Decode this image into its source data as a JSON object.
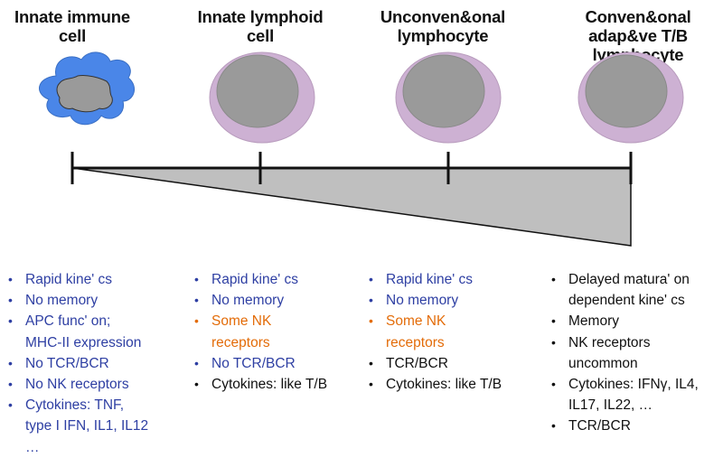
{
  "colors": {
    "blue_text": "#2e3fa3",
    "orange_text": "#e36c09",
    "black_text": "#111111",
    "innate_cell_fill": "#4a86e8",
    "nucleus_fill": "#9a9a9a",
    "lymphocyte_fill": "#cdb1d3",
    "wedge_fill": "#bfbfbf"
  },
  "header": {
    "titles": [
      "Innate immune\ncell",
      "Innate lymphoid\ncell",
      "Unconven&onal\nlymphocyte",
      "Conven&onal\nadap&ve T/B\nlymphocyte"
    ]
  },
  "diagram": {
    "cells": [
      {
        "kind": "innate",
        "icon": "innate-immune-cell-icon"
      },
      {
        "kind": "lymphocyte",
        "icon": "innate-lymphoid-cell-icon"
      },
      {
        "kind": "lymphocyte",
        "icon": "unconventional-lymphocyte-icon"
      },
      {
        "kind": "lymphocyte",
        "icon": "conventional-lymphocyte-icon"
      }
    ]
  },
  "columns": [
    {
      "items": [
        {
          "text": "Rapid kine' cs",
          "color": "blue"
        },
        {
          "text": "No memory",
          "color": "blue"
        },
        {
          "text": "APC func' on;\nMHC-II expression",
          "color": "blue"
        },
        {
          "text": "No TCR/BCR",
          "color": "blue"
        },
        {
          "text": "No NK receptors",
          "color": "blue"
        },
        {
          "text": "Cytokines: TNF,\ntype I IFN, IL1, IL12\n…",
          "color": "blue"
        }
      ]
    },
    {
      "items": [
        {
          "text": "Rapid kine' cs",
          "color": "blue"
        },
        {
          "text": "No memory",
          "color": "blue"
        },
        {
          "text": "Some NK\nreceptors",
          "color": "orange"
        },
        {
          "text": "No TCR/BCR",
          "color": "blue"
        },
        {
          "text": "Cytokines: like T/B",
          "color": "black"
        }
      ]
    },
    {
      "items": [
        {
          "text": "Rapid kine' cs",
          "color": "blue"
        },
        {
          "text": "No memory",
          "color": "blue"
        },
        {
          "text": "Some NK\nreceptors",
          "color": "orange"
        },
        {
          "text": "TCR/BCR",
          "color": "black"
        },
        {
          "text": "Cytokines: like T/B",
          "color": "black"
        }
      ]
    },
    {
      "items": [
        {
          "text": "Delayed matura' on\ndependent kine' cs",
          "color": "black"
        },
        {
          "text": "Memory",
          "color": "black"
        },
        {
          "text": "NK receptors\nuncommon",
          "color": "black"
        },
        {
          "text": "Cytokines: IFNγ, IL4,\nIL17, IL22, …",
          "color": "black"
        },
        {
          "text": "TCR/BCR",
          "color": "black"
        }
      ]
    }
  ]
}
